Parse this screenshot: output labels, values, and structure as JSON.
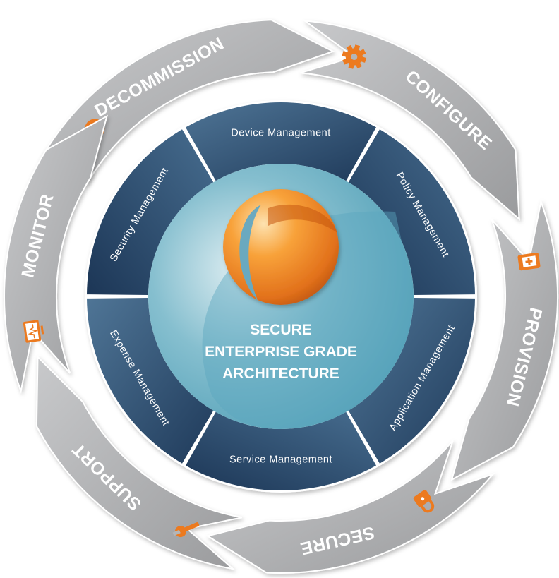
{
  "outer_cycle": [
    {
      "label": "DECOMMISSION",
      "icon": "plus-circle-icon"
    },
    {
      "label": "CONFIGURE",
      "icon": "gear-icon"
    },
    {
      "label": "PROVISION",
      "icon": "tablet-icon"
    },
    {
      "label": "SECURE",
      "icon": "lock-icon"
    },
    {
      "label": "SUPPORT",
      "icon": "wrench-icon"
    },
    {
      "label": "MONITOR",
      "icon": "monitor-icon"
    }
  ],
  "inner_ring": [
    "Device Management",
    "Policy Management",
    "Application Management",
    "Service Management",
    "Expense Management",
    "Security Management"
  ],
  "center": {
    "line1": "SECURE",
    "line2": "ENTERPRISE GRADE",
    "line3": "ARCHITECTURE"
  },
  "colors": {
    "arrow_gray": "#a9aaac",
    "accent_orange": "#ec7a1f",
    "ring_blue": "#2d4c6e",
    "center_teal": "#68b3c8"
  }
}
